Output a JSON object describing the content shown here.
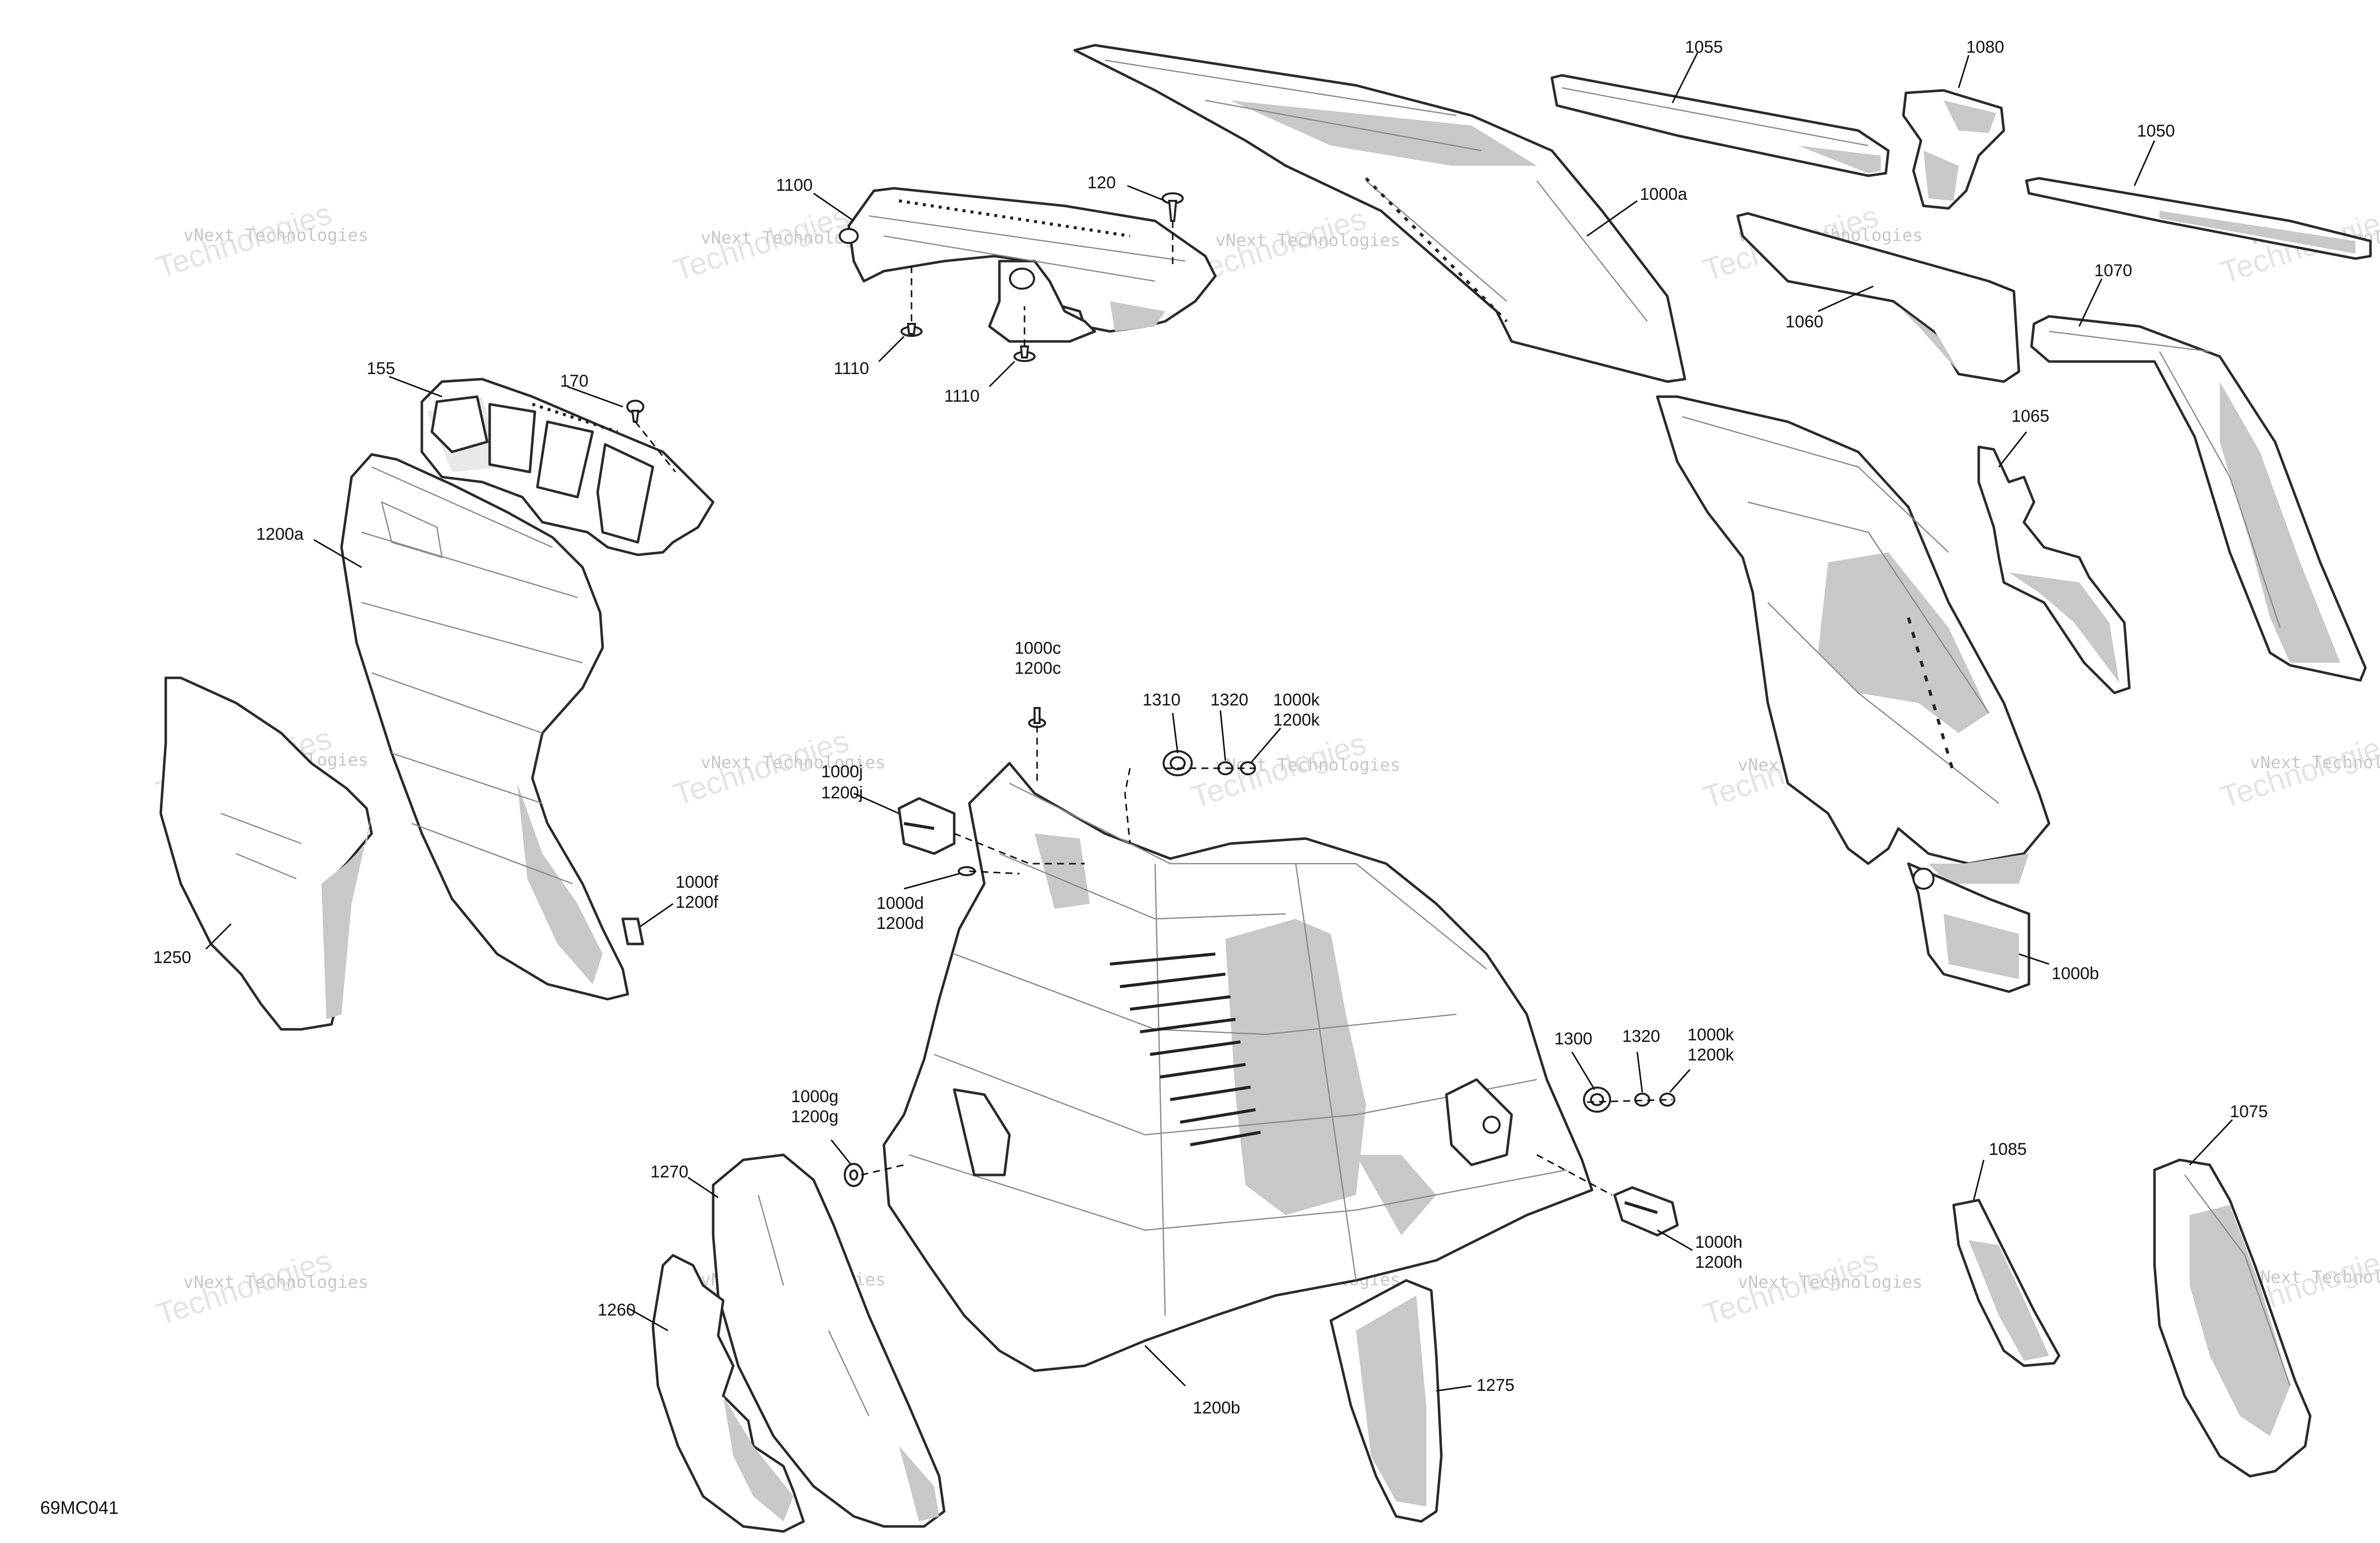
{
  "diagram_code": "69MC041",
  "watermark": {
    "line1": "vNext Technologies",
    "line2_a": "vNext",
    "line2_b": "Technologies"
  },
  "callouts": {
    "c1055": "1055",
    "c1080": "1080",
    "c1050": "1050",
    "c1100": "1100",
    "c120": "120",
    "c1000a": "1000a",
    "c1060": "1060",
    "c1070": "1070",
    "c1110_a": "1110",
    "c1110_b": "1110",
    "c155": "155",
    "c170": "170",
    "c1065": "1065",
    "c1200a": "1200a",
    "c1000c": "1000c",
    "c1200c": "1200c",
    "c1310": "1310",
    "c1320_a": "1320",
    "c1000k_a": "1000k",
    "c1200k_a": "1200k",
    "c1000j": "1000j",
    "c1200j": "1200j",
    "c1000d": "1000d",
    "c1200d": "1200d",
    "c1000f": "1000f",
    "c1200f": "1200f",
    "c1250": "1250",
    "c1000b": "1000b",
    "c1300": "1300",
    "c1320_b": "1320",
    "c1000k_b": "1000k",
    "c1200k_b": "1200k",
    "c1000g": "1000g",
    "c1200g": "1200g",
    "c1270": "1270",
    "c1085": "1085",
    "c1075": "1075",
    "c1000h": "1000h",
    "c1200h": "1200h",
    "c1260": "1260",
    "c1275": "1275",
    "c1200b": "1200b"
  }
}
